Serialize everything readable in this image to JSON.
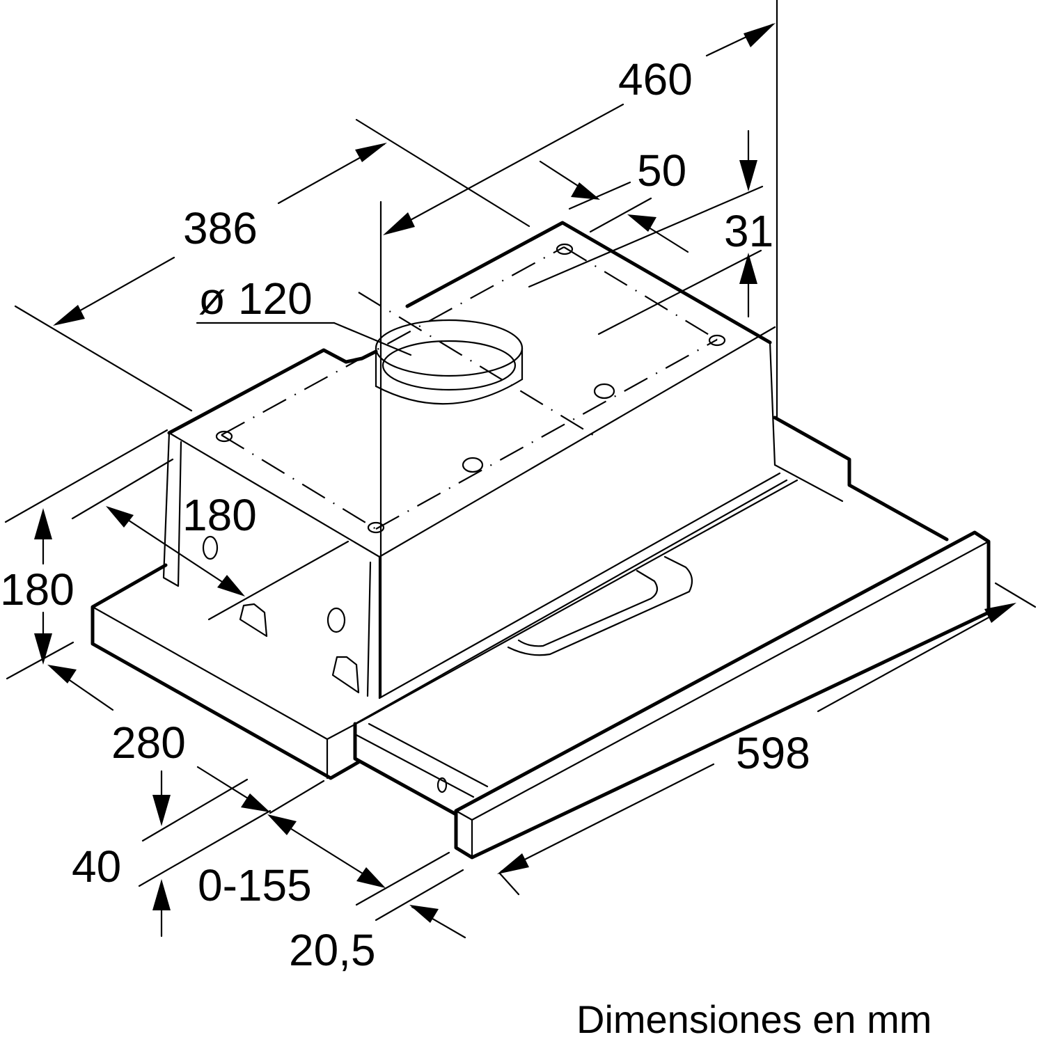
{
  "diagram": {
    "subject": "Telescopic range hood dimension drawing",
    "dimensions": {
      "total_depth": "460",
      "body_depth": "386",
      "duct_offset": "50",
      "top_offset": "31",
      "duct_diameter": "ø 120",
      "body_height_inner": "180",
      "total_height": "180",
      "front_depth": "280",
      "panel_height": "40",
      "extension_range": "0-155",
      "front_lip": "20,5",
      "width": "598"
    },
    "caption": "Dimensiones en mm",
    "colors": {
      "line": "#000000",
      "background": "#ffffff"
    }
  }
}
